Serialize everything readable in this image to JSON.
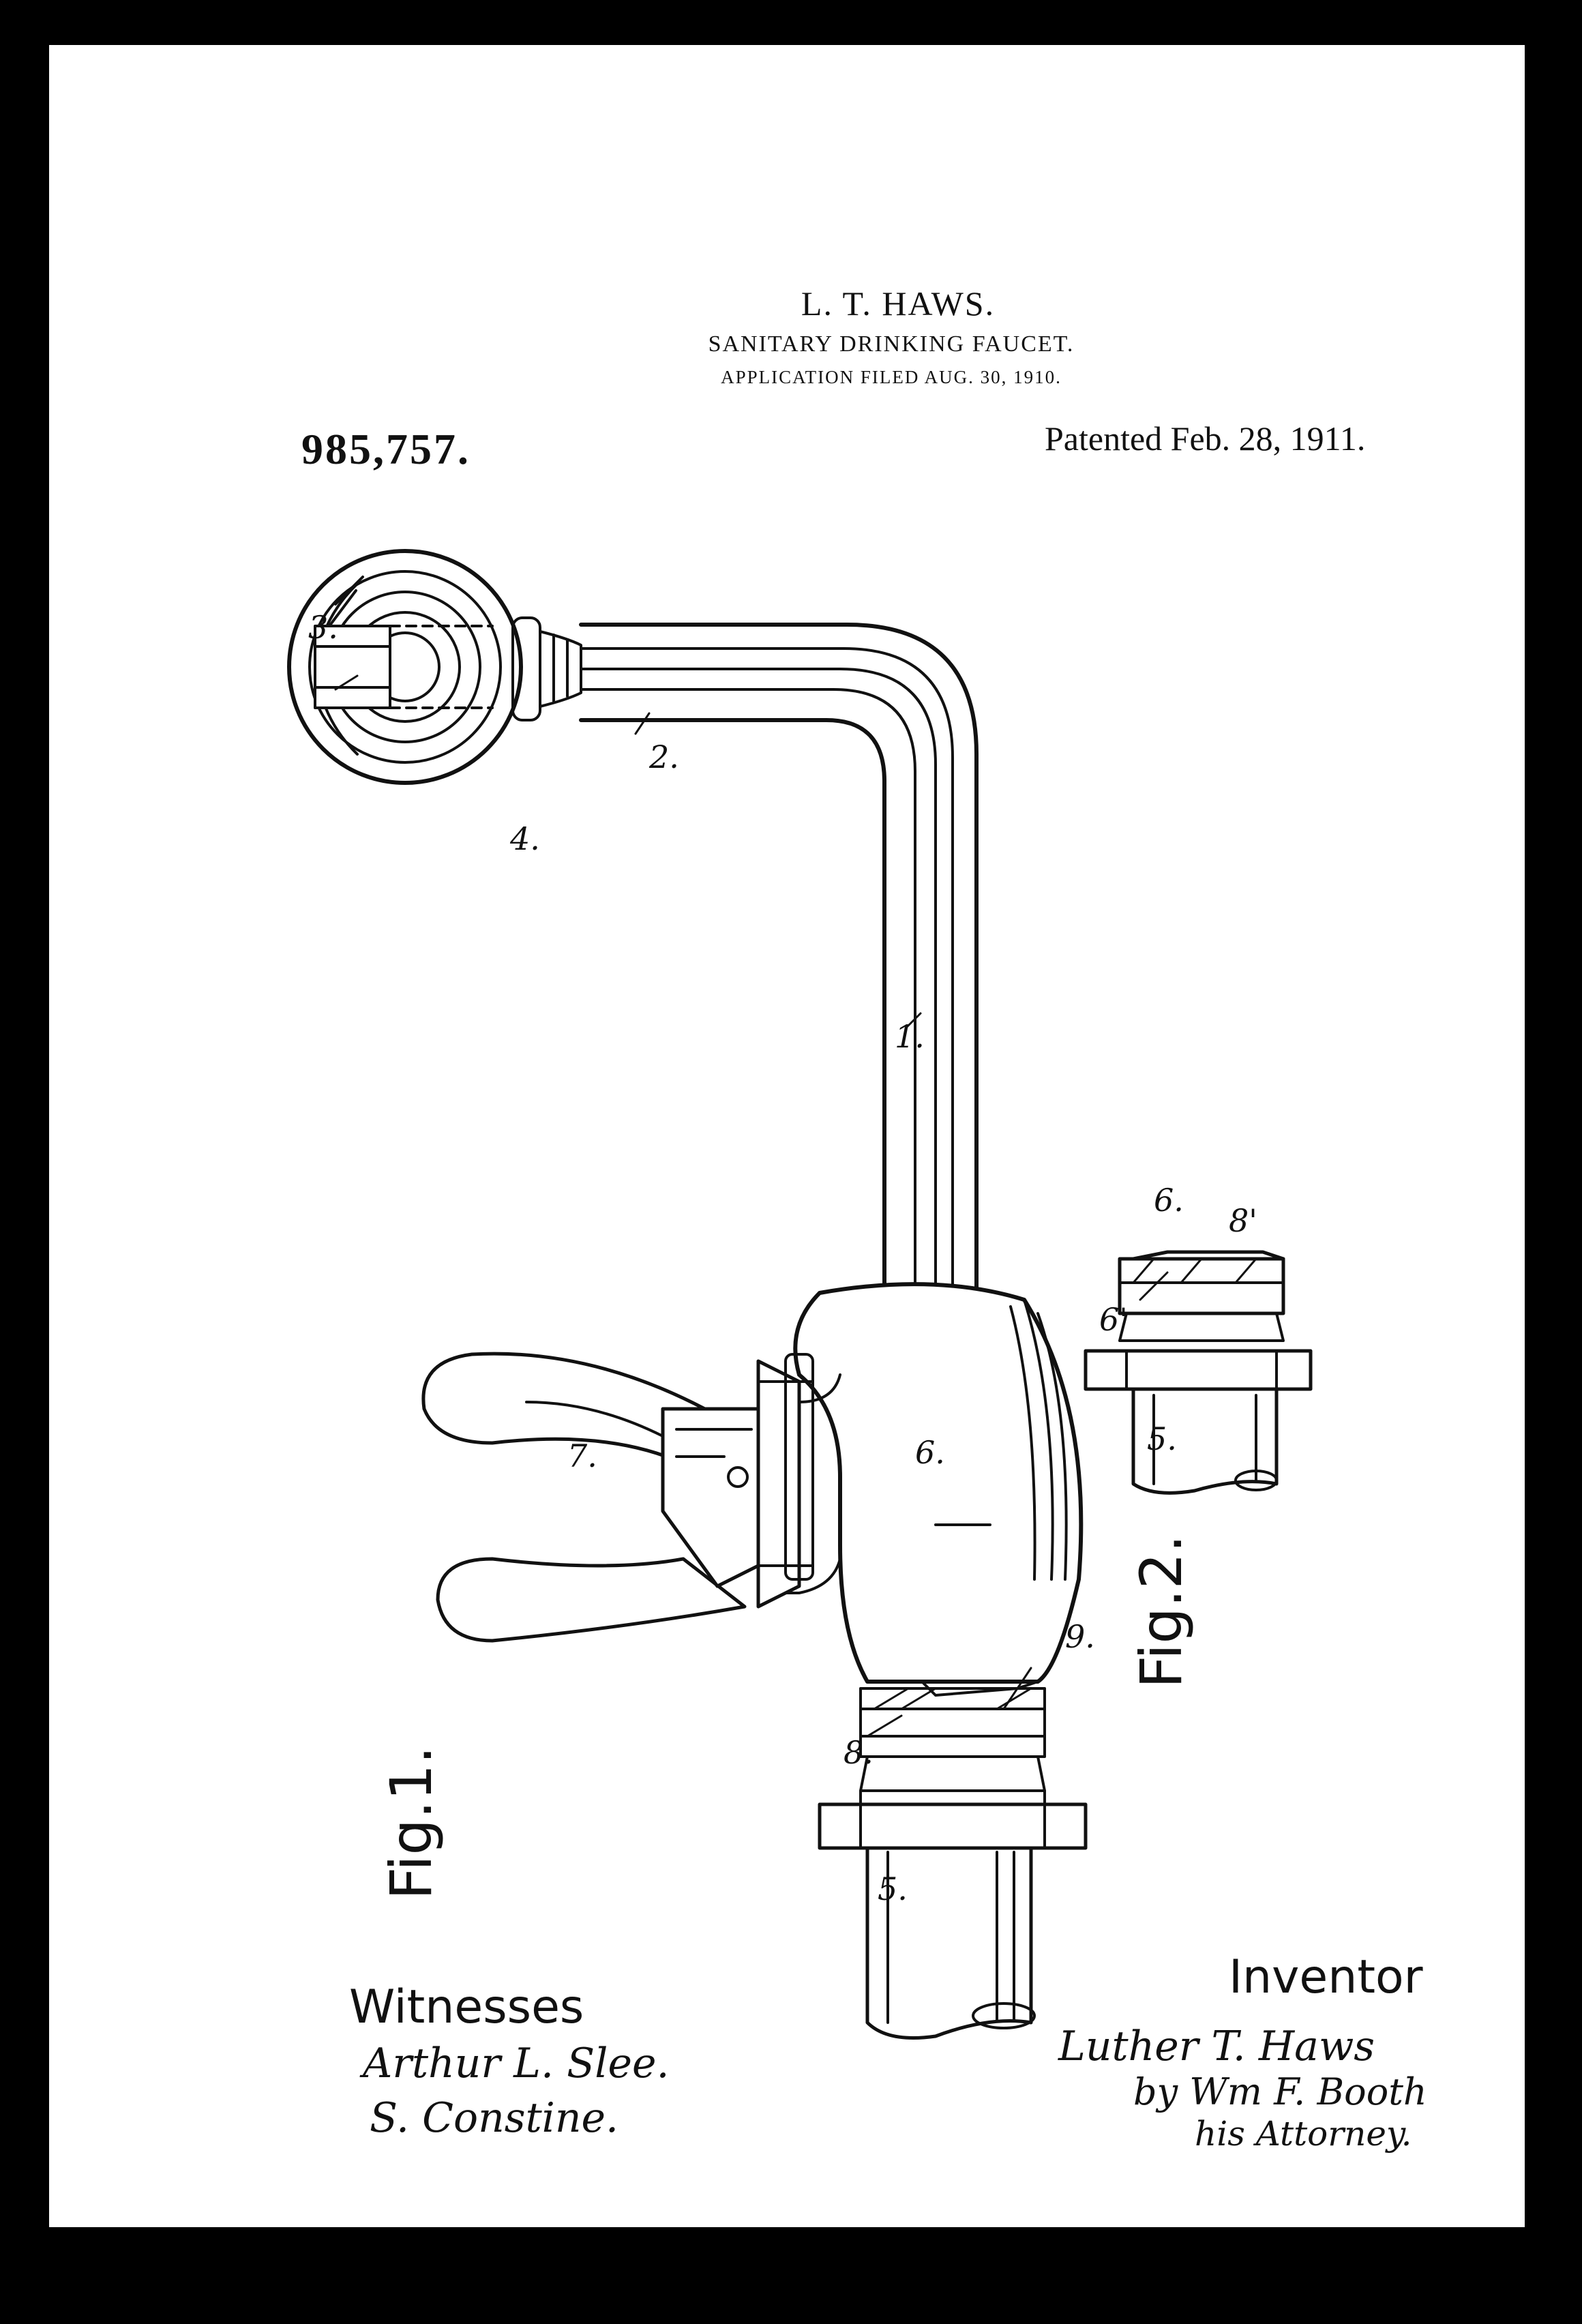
{
  "header": {
    "inventor_name": "L. T. HAWS.",
    "title": "SANITARY DRINKING FAUCET.",
    "application": "APPLICATION FILED AUG. 30, 1910.",
    "patent_number": "985,757.",
    "patented": "Patented Feb. 28, 1911."
  },
  "figures": {
    "fig1": "Fig.1.",
    "fig2": "Fig.2."
  },
  "reference_numerals": {
    "n1": "1.",
    "n2": "2.",
    "n3": "3.",
    "n4": "4.",
    "n5_fig1": "5.",
    "n5_fig2": "5.",
    "n6_fig1": "6.",
    "n6_fig2_top": "6.",
    "n6_prime": "6'",
    "n7": "7.",
    "n8": "8.",
    "n8_prime": "8'",
    "n9": "9."
  },
  "signatures": {
    "witnesses_label": "Witnesses",
    "witness_1": "Arthur L. Slee.",
    "witness_2": "S. Constine.",
    "inventor_label": "Inventor",
    "inventor_signature": "Luther T. Haws",
    "attorney_line": "by Wm F. Booth",
    "attorney_role": "his Attorney."
  },
  "colors": {
    "ink": "#111111",
    "paper": "#ffffff",
    "border": "#000000"
  }
}
